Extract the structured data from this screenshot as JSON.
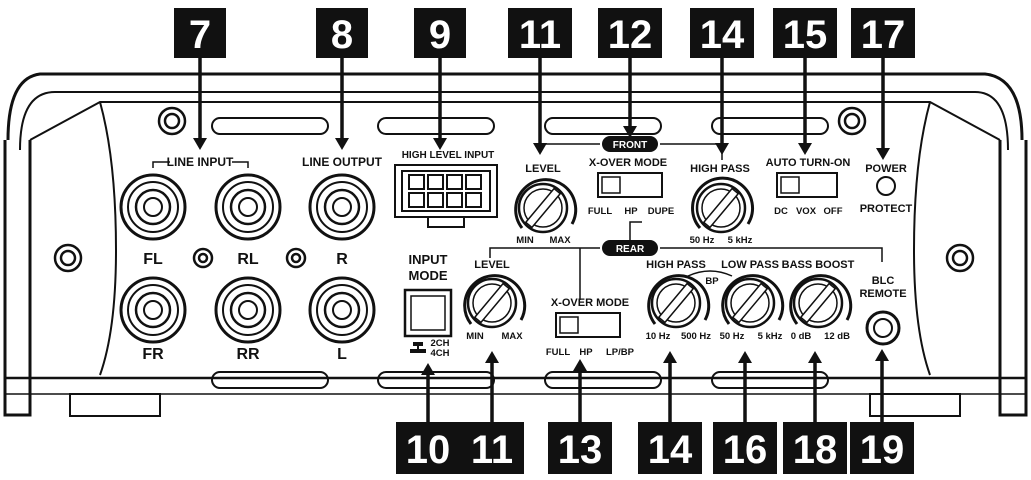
{
  "callouts": {
    "top": [
      "7",
      "8",
      "9",
      "11",
      "12",
      "14",
      "15",
      "17"
    ],
    "bottom": [
      "10",
      "11",
      "13",
      "14",
      "16",
      "18",
      "19"
    ]
  },
  "line_input": {
    "title": "LINE INPUT",
    "jacks": [
      "FL",
      "RL",
      "FR",
      "RR"
    ]
  },
  "line_output": {
    "title": "LINE OUTPUT",
    "jacks": [
      "R",
      "L"
    ]
  },
  "high_level_input": {
    "title": "HIGH LEVEL INPUT"
  },
  "input_mode": {
    "title_line1": "INPUT",
    "title_line2": "MODE",
    "opt_2ch": "2CH",
    "opt_4ch": "4CH"
  },
  "front": {
    "tag": "FRONT",
    "level": {
      "title": "LEVEL",
      "min": "MIN",
      "max": "MAX"
    },
    "xover": {
      "title": "X-OVER MODE",
      "opts": [
        "FULL",
        "HP",
        "DUPE"
      ]
    },
    "high_pass": {
      "title": "HIGH PASS",
      "min": "50 Hz",
      "max": "5 kHz"
    }
  },
  "rear": {
    "tag": "REAR",
    "level": {
      "title": "LEVEL",
      "min": "MIN",
      "max": "MAX"
    },
    "xover": {
      "title": "X-OVER MODE",
      "opts": [
        "FULL",
        "HP",
        "LP/BP"
      ]
    },
    "high_pass": {
      "title": "HIGH PASS",
      "min": "10 Hz",
      "max": "500 Hz"
    },
    "bp": "BP",
    "low_pass": {
      "title": "LOW PASS",
      "min": "50 Hz",
      "max": "5 kHz"
    },
    "bass_boost": {
      "title": "BASS BOOST",
      "min": "0 dB",
      "max": "12 dB"
    }
  },
  "auto_turn_on": {
    "title": "AUTO TURN-ON",
    "opts": [
      "DC",
      "VOX",
      "OFF"
    ]
  },
  "power": {
    "label": "POWER",
    "protect": "PROTECT"
  },
  "blc": {
    "line1": "BLC",
    "line2": "REMOTE"
  }
}
